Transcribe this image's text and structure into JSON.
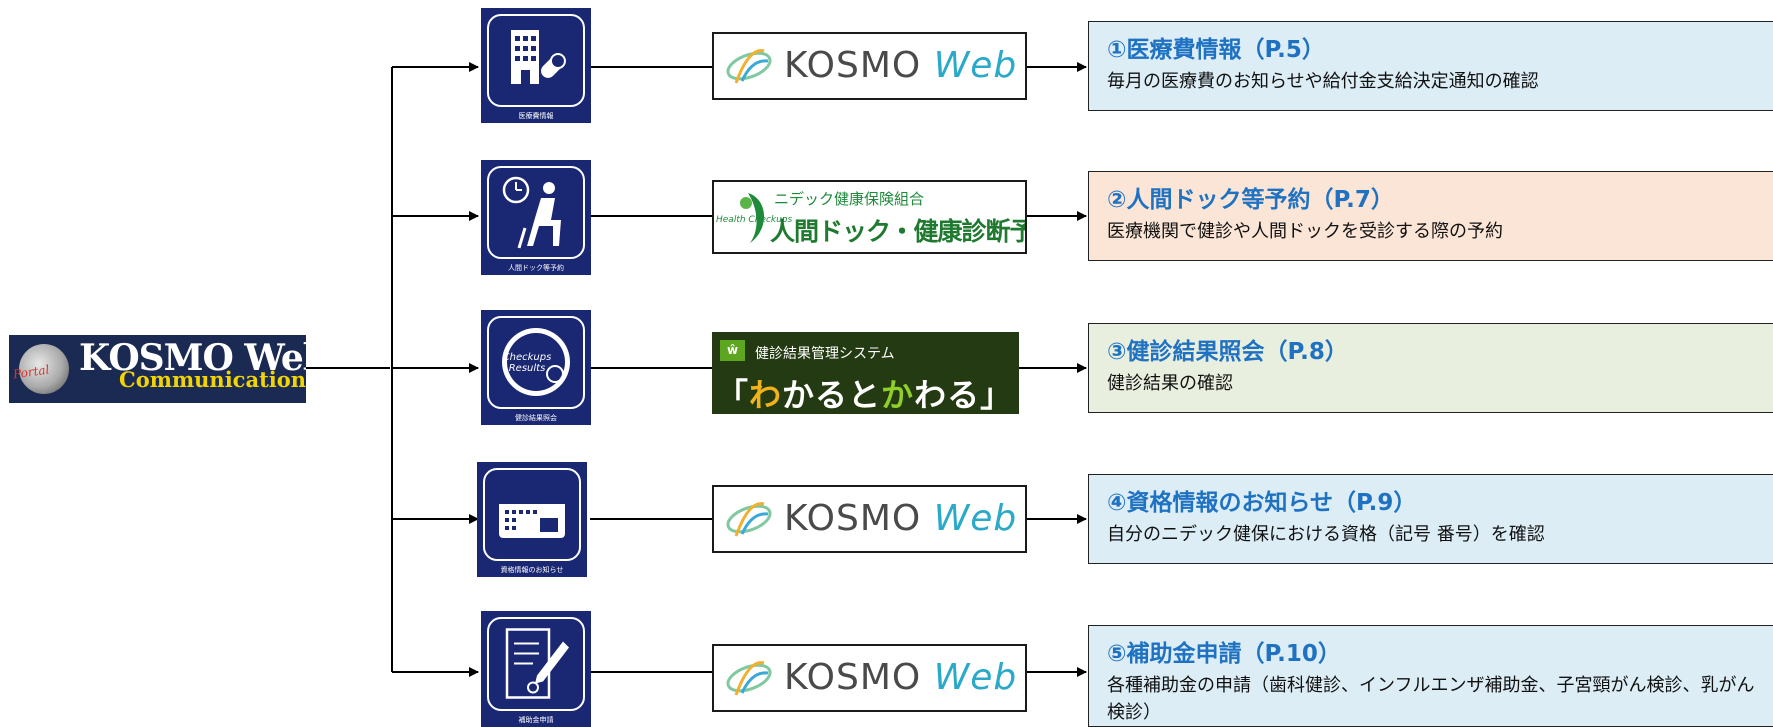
{
  "portal": {
    "badge": "Portal",
    "title": "KOSMO Web",
    "subtitle": "Communication"
  },
  "colors": {
    "tile_bg": "#1a2773",
    "box_blue": "#dcedf6",
    "box_peach": "#fbe5d7",
    "box_green": "#e9efdf",
    "heading_blue": "#1f72c2"
  },
  "services": [
    {
      "icon": "building-pill-icon",
      "caption": "医療費情報",
      "logo_type": "kosmo",
      "logo_text": "KOSMO",
      "logo_text2": "Web",
      "title": "①医療費情報（P.5）",
      "description": "毎月の医療費のお知らせや給付金支給決定通知の確認"
    },
    {
      "icon": "clock-person-icon",
      "caption": "人間ドック等予約",
      "logo_type": "health",
      "logo_small": "Health Checkups",
      "logo_line1": "ニデック健康保険組合",
      "logo_line2": "人間ドック・健康診断予約",
      "title": "②人間ドック等予約（P.7）",
      "description": "医療機関で健診や人間ドックを受診する際の予約"
    },
    {
      "icon": "checkups-results-icon",
      "icon_text1": "Checkups",
      "icon_text2": "Results",
      "caption": "健診結果照会",
      "logo_type": "wakaru",
      "logo_tag": "ŵ",
      "logo_line1": "健診結果管理システム",
      "logo_line2_a": "「",
      "logo_line2_b": "わ",
      "logo_line2_c": "かると",
      "logo_line2_d": "か",
      "logo_line2_e": "わる」",
      "title": "③健診結果照会（P.8）",
      "description": "健診結果の確認"
    },
    {
      "icon": "id-card-icon",
      "caption": "資格情報のお知らせ",
      "logo_type": "kosmo",
      "logo_text": "KOSMO",
      "logo_text2": "Web",
      "title": "④資格情報のお知らせ（P.9）",
      "description": "自分のニデック健保における資格（記号 番号）を確認"
    },
    {
      "icon": "document-pen-icon",
      "caption": "補助金申請",
      "logo_type": "kosmo",
      "logo_text": "KOSMO",
      "logo_text2": "Web",
      "title": "⑤補助金申請（P.10）",
      "description": "各種補助金の申請（歯科健診、インフルエンザ補助金、子宮頸がん検診、乳がん検診）"
    }
  ]
}
